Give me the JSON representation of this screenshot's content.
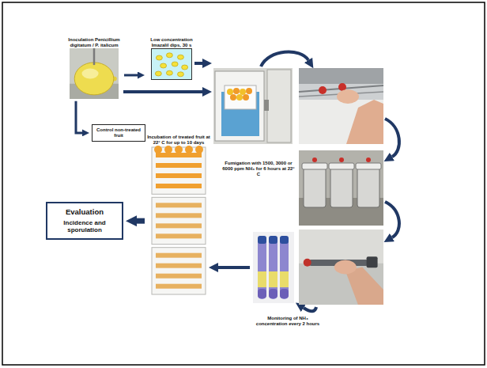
{
  "diagram": {
    "nodes": [
      {
        "text": [
          "Inoculation Penicillium digitatum / P. italicum"
        ]
      },
      {
        "text": [
          "Low concentration Imazalil dips, 30 s"
        ]
      },
      {
        "text": [
          "Control non-treated fruit"
        ]
      },
      {
        "text": [
          "Monitoring of NH₃ concentration every 2 hours"
        ]
      },
      {
        "text": [
          "Incubation of treated fruit at 22° C for up to 10 days"
        ]
      },
      {
        "text": [
          "Evaluation",
          "Incidence and sporulation"
        ]
      }
    ],
    "edges": [
      {
        "from": 0,
        "to": 1,
        "arrow": "to"
      },
      {
        "from": 0,
        "to": 2,
        "arrow": "to"
      },
      {
        "from": 4,
        "to": 5,
        "arrow": "to"
      }
    ],
    "labels": [
      "Fumigation with 1500, 3000 or 6000 ppm NH₃ for 6 hours at 22° C"
    ]
  }
}
